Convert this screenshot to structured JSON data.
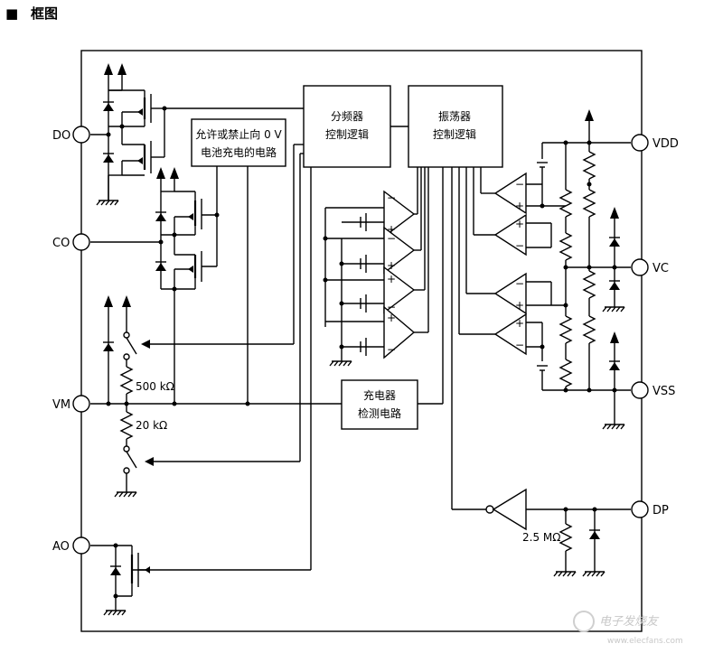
{
  "heading": {
    "bullet": "■",
    "title": "框图"
  },
  "pins": {
    "do": "DO",
    "co": "CO",
    "vm": "VM",
    "ao": "AO",
    "vdd": "VDD",
    "vc": "VC",
    "vss": "VSS",
    "dp": "DP"
  },
  "blocks": {
    "enable": [
      "允许或禁止向 0 V",
      "电池充电的电路"
    ],
    "divider": [
      "分频器",
      "控制逻辑"
    ],
    "oscillator": [
      "振荡器",
      "控制逻辑"
    ],
    "charge_detect": [
      "充电器",
      "检测电路"
    ]
  },
  "resistors": {
    "r500k": "500 kΩ",
    "r20k": "20 kΩ",
    "r2m5": "2.5 MΩ"
  },
  "watermark": {
    "brand": "电子发烧友",
    "url": "www.elecfans.com"
  }
}
